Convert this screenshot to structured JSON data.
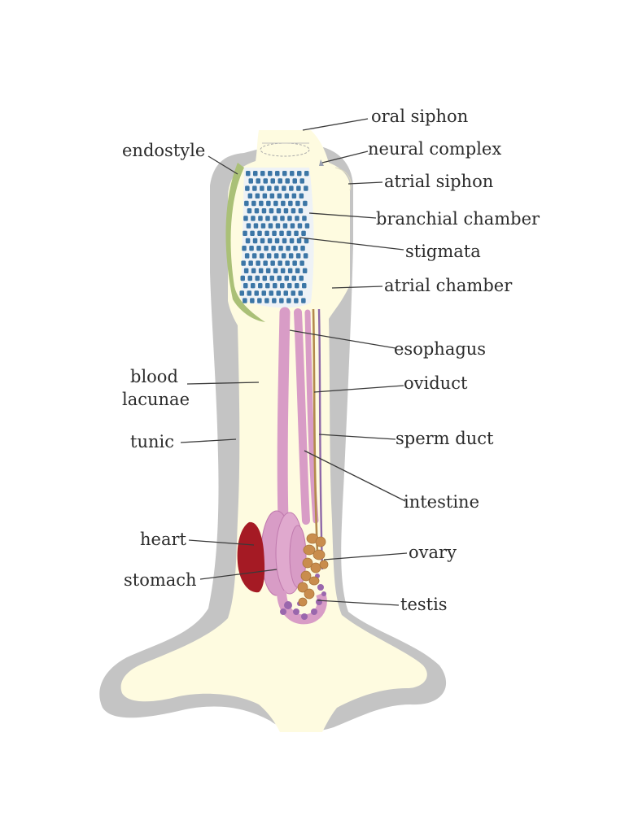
{
  "labels": {
    "oral_siphon": "oral siphon",
    "neural_complex": "neural complex",
    "endostyle": "endostyle",
    "atrial_siphon": "atrial siphon",
    "branchial_chamber": "branchial chamber",
    "stigmata": "stigmata",
    "atrial_chamber": "atrial chamber",
    "esophagus": "esophagus",
    "blood_line1": "blood",
    "blood_line2": "lacunae",
    "oviduct": "oviduct",
    "tunic": "tunic",
    "sperm_duct": "sperm duct",
    "intestine": "intestine",
    "heart": "heart",
    "ovary": "ovary",
    "stomach": "stomach",
    "testis": "testis"
  },
  "colors": {
    "tunic": "#c4c4c4",
    "body": "#fefbe0",
    "endostyle": "#aac077",
    "stigmata": "#3c76a6",
    "gut": "#d89cc6",
    "heart": "#a51a24",
    "ovary": "#c98d4d",
    "testis": "#9a67ad",
    "oviduct": "#b38a4c",
    "sperm_duct": "#8e68a8"
  }
}
